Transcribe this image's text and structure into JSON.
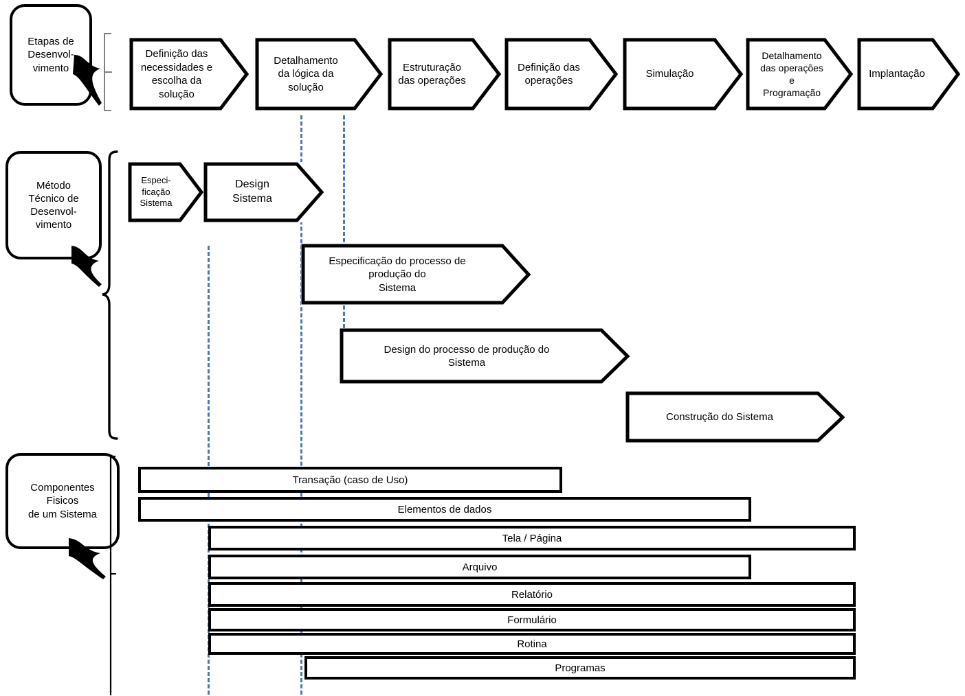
{
  "diagram": {
    "title": "Etapas de Desenvolvimento / Método Técnico / Componentes Físicos",
    "colors": {
      "stroke": "#000000",
      "background": "#ffffff",
      "guide_line": "#4a7ab0",
      "brace_top": "#7f7f7f"
    }
  },
  "rows": {
    "row1": {
      "label": "Etapas de\nDesenvol-\nvimento"
    },
    "row2": {
      "label": "Método\nTécnico de\nDesenvol-\nvimento"
    },
    "row3": {
      "label": "Componentes\nFisicos\nde um Sistema"
    }
  },
  "stages": [
    {
      "label": "Definição das\nnecessidades e\nescolha da\nsolução"
    },
    {
      "label": "Detalhamento\nda lógica da\nsolução"
    },
    {
      "label": "Estruturação\ndas operações"
    },
    {
      "label": "Definição das\noperações"
    },
    {
      "label": "Simulação"
    },
    {
      "label": "Detalhamento\ndas operações\ne\nProgramação"
    },
    {
      "label": "Implantação"
    }
  ],
  "method_steps": [
    {
      "label": "Especi-\nficação\nSistema"
    },
    {
      "label": "Design\nSistema"
    },
    {
      "label": "Especificação do processo de\nprodução do\nSistema"
    },
    {
      "label": "Design do processo de produção do\nSistema"
    },
    {
      "label": "Construção do Sistema"
    }
  ],
  "components": [
    {
      "label": "Transação  (caso de Uso)"
    },
    {
      "label": "Elementos de dados"
    },
    {
      "label": "Tela / Página"
    },
    {
      "label": "Arquivo"
    },
    {
      "label": "Relatório"
    },
    {
      "label": "Formulário"
    },
    {
      "label": "Rotina"
    },
    {
      "label": "Programas"
    }
  ]
}
